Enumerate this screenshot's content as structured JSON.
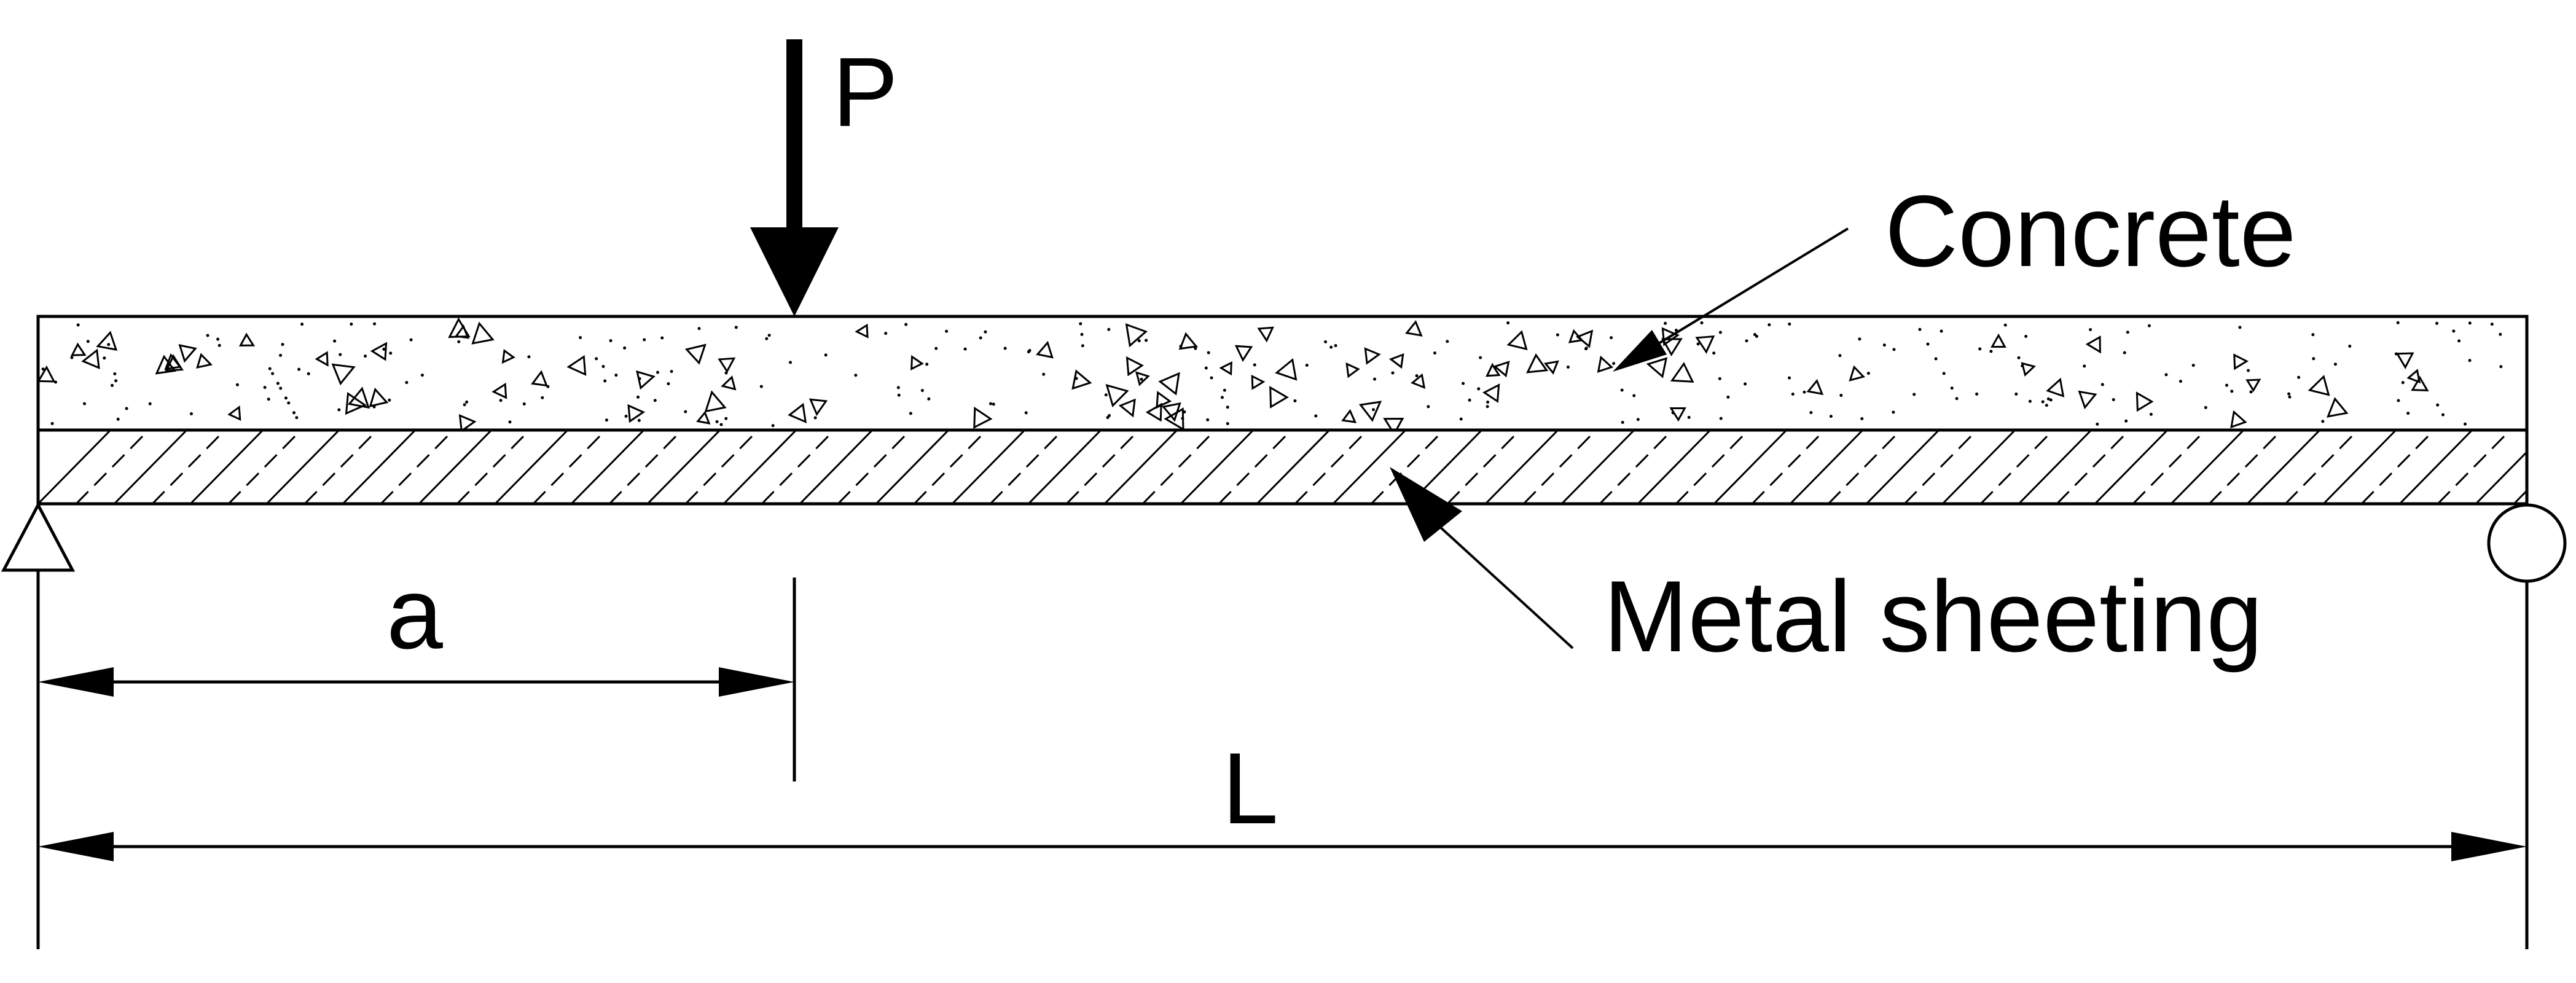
{
  "labels": {
    "load": "P",
    "concrete": "Concrete",
    "metal_sheeting": "Metal sheeting",
    "dim_a": "a",
    "dim_L": "L"
  },
  "colors": {
    "line": "#000000",
    "background": "#ffffff"
  },
  "icons": {
    "left_support": "pin-support-triangle-icon",
    "right_support": "roller-support-circle-icon"
  }
}
